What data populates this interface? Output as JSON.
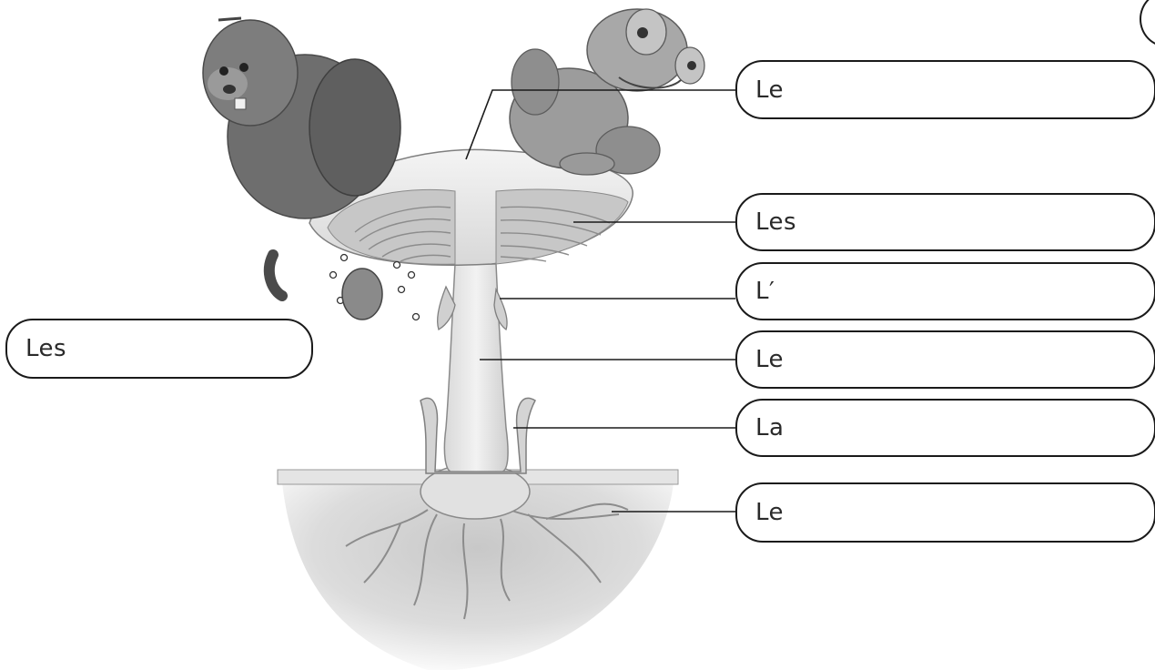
{
  "labels": {
    "cap": "Le",
    "gills": "Les",
    "ring": "L′",
    "stem": "Le",
    "volva": "La",
    "mycelium": "Le",
    "spores": "Les"
  },
  "illustration": {
    "subject": "mushroom",
    "characters": [
      "beaver",
      "frog"
    ]
  }
}
